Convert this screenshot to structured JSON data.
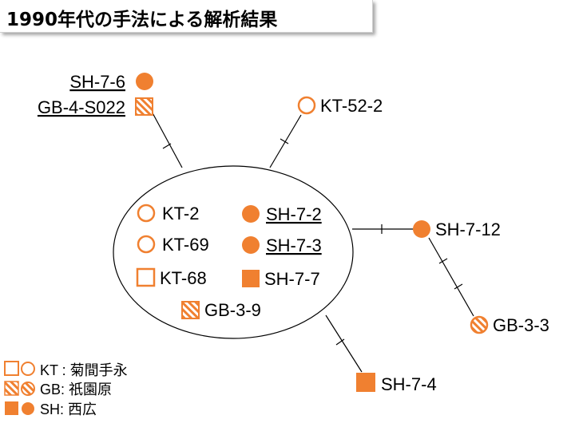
{
  "title": "1990年代の手法による解析結果",
  "colors": {
    "accent": "#f08030",
    "line": "#000000"
  },
  "labels": {
    "sh76": "SH-7-6",
    "gb4": "GB-4-S022",
    "kt522": "KT-52-2",
    "kt2": "KT-2",
    "kt69": "KT-69",
    "kt68": "KT-68",
    "gb39": "GB-3-9",
    "sh72": "SH-7-2",
    "sh73": "SH-7-3",
    "sh77": "SH-7-7",
    "sh712": "SH-7-12",
    "gb33": "GB-3-3",
    "sh74": "SH-7-4"
  },
  "legend": {
    "kt": "KT : 菊間手永",
    "gb": "GB: 祇園原",
    "sh": "SH: 西広"
  }
}
